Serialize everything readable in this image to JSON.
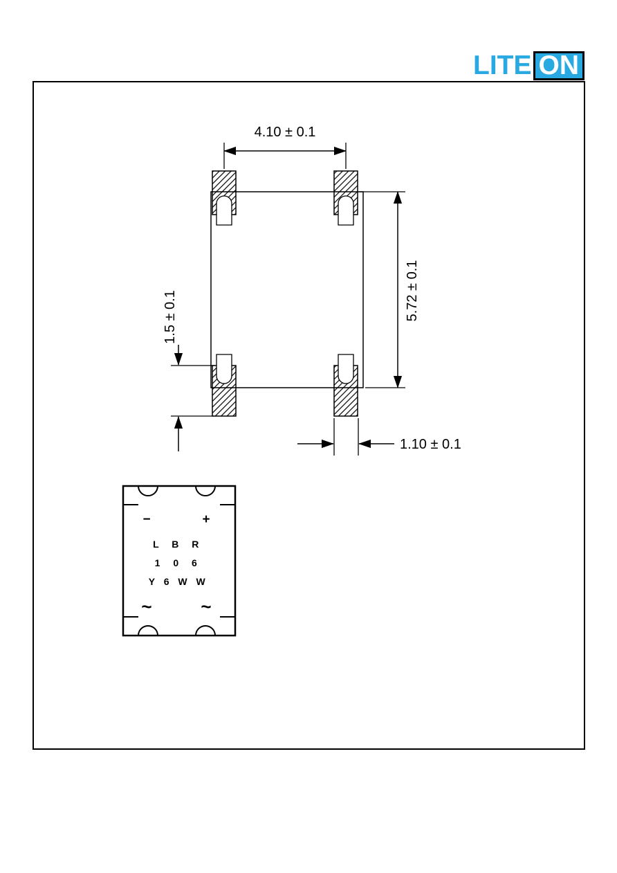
{
  "logo": {
    "lite": "LITE",
    "on": "ON",
    "blue": "#29a9e1"
  },
  "dimensions": {
    "top": "4.10 ± 0.1",
    "right": "5.72 ± 0.1",
    "left": "1.5 ± 0.1",
    "bottom": "1.10 ± 0.1"
  },
  "marking": {
    "minus": "−",
    "plus": "+",
    "row1": "L B R",
    "row2": "1 0 6",
    "row3": "Y 6 W W",
    "tilde_left": "~",
    "tilde_right": "~"
  }
}
